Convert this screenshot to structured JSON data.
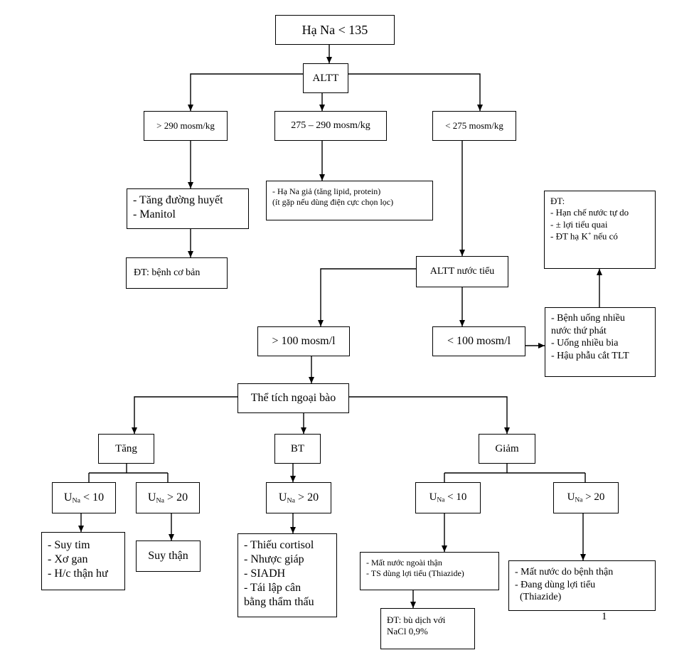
{
  "root": "Hạ Na < 135",
  "altt": "ALTT",
  "osm": {
    "high": "> 290 mosm/kg",
    "mid": "275 – 290 mosm/kg",
    "low": "< 275 mosm/kg"
  },
  "high_causes": [
    "- Tăng đường huyết",
    "- Manitol"
  ],
  "high_treatment": "ĐT: bệnh cơ bản",
  "mid_causes": [
    "- Hạ Na giả (tăng lipid, protein)",
    "(ít gặp nếu dùng điện cực chọn lọc)"
  ],
  "urine_osm": "ALTT nước tiểu",
  "urine_high": "> 100 mosm/l",
  "urine_low": "< 100 mosm/l",
  "urine_low_causes": [
    "- Bệnh uống nhiều",
    "nước thứ phát",
    "- Uống nhiều bia",
    "- Hậu phẫu  cắt TLT"
  ],
  "urine_low_treatment": {
    "title": "ĐT:",
    "items": [
      "- Hạn chế nước tự do",
      "- ± lợi tiểu quai",
      "- ĐT hạ K"
    ],
    "k_sup": "+",
    "k_suffix": " nếu có"
  },
  "ecv": "Thể tích ngoại bào",
  "ecv_states": {
    "increased": "Tăng",
    "normal": "BT",
    "decreased": "Giảm"
  },
  "una": {
    "prefix": "U",
    "sub": "Na",
    "lt10": " < 10",
    "gt20": " > 20"
  },
  "increased_lt10_causes": [
    "- Suy tim",
    "- Xơ gan",
    "- H/c thận hư"
  ],
  "increased_gt20_causes": [
    "Suy thận"
  ],
  "normal_causes": [
    "- Thiếu cortisol",
    "- Nhược giáp",
    "- SIADH",
    "- Tái lập cân",
    "bằng thẩm thấu"
  ],
  "decreased_lt10_causes": [
    "- Mất nước ngoài thận",
    "- TS dùng lợi tiểu (Thiazide)"
  ],
  "decreased_lt10_treatment": [
    "ĐT: bù dịch với",
    "NaCl  0,9%"
  ],
  "decreased_gt20_causes": [
    "- Mất nước do bệnh thận",
    "- Đang dùng lợi tiểu",
    "  (Thiazide)"
  ],
  "page_number": "1"
}
